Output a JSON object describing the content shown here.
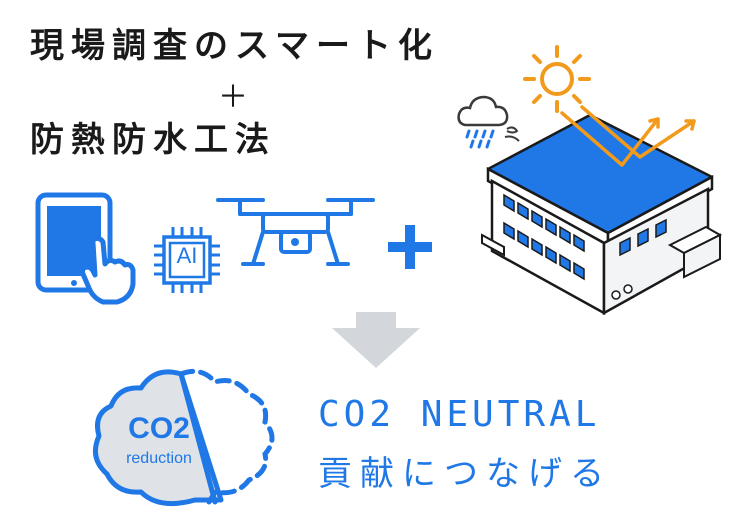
{
  "headline": {
    "line1": "現場調査のスマート化",
    "plus": "＋",
    "line2": "防熱防水工法"
  },
  "tools": {
    "ai_chip_label": "AI"
  },
  "result": {
    "cloud_co2": "CO2",
    "cloud_sub": "reduction",
    "line1": "CO2 NEUTRAL",
    "line2": "貢献につなげる"
  },
  "colors": {
    "accent": "#1f78e6",
    "arrow": "#d3d6da",
    "sun": "#f29a1c",
    "cloud_fill": "#dfe2e6"
  }
}
